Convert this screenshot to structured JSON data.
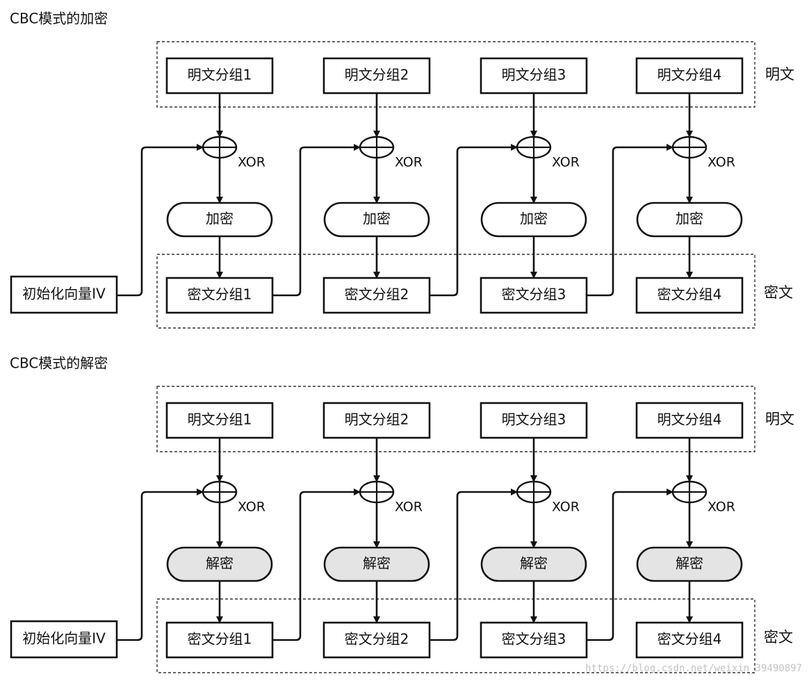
{
  "watermark": "https://blog.csdn.net/weixin_39490897",
  "sections": [
    {
      "title": "CBC模式的加密",
      "plaintext_label": "明文",
      "ciphertext_label": "密文",
      "iv_label": "初始化向量IV",
      "xor_label": "XOR",
      "block_shaded": false,
      "plain_blocks": [
        "明文分组1",
        "明文分组2",
        "明文分组3",
        "明文分组4"
      ],
      "op_blocks": [
        "加密",
        "加密",
        "加密",
        "加密"
      ],
      "cipher_blocks": [
        "密文分组1",
        "密文分组2",
        "密文分组3",
        "密文分组4"
      ]
    },
    {
      "title": "CBC模式的解密",
      "plaintext_label": "明文",
      "ciphertext_label": "密文",
      "iv_label": "初始化向量IV",
      "xor_label": "XOR",
      "block_shaded": true,
      "plain_blocks": [
        "明文分组1",
        "明文分组2",
        "明文分组3",
        "明文分组4"
      ],
      "op_blocks": [
        "解密",
        "解密",
        "解密",
        "解密"
      ],
      "cipher_blocks": [
        "密文分组1",
        "密文分组2",
        "密文分组3",
        "密文分组4"
      ]
    }
  ]
}
